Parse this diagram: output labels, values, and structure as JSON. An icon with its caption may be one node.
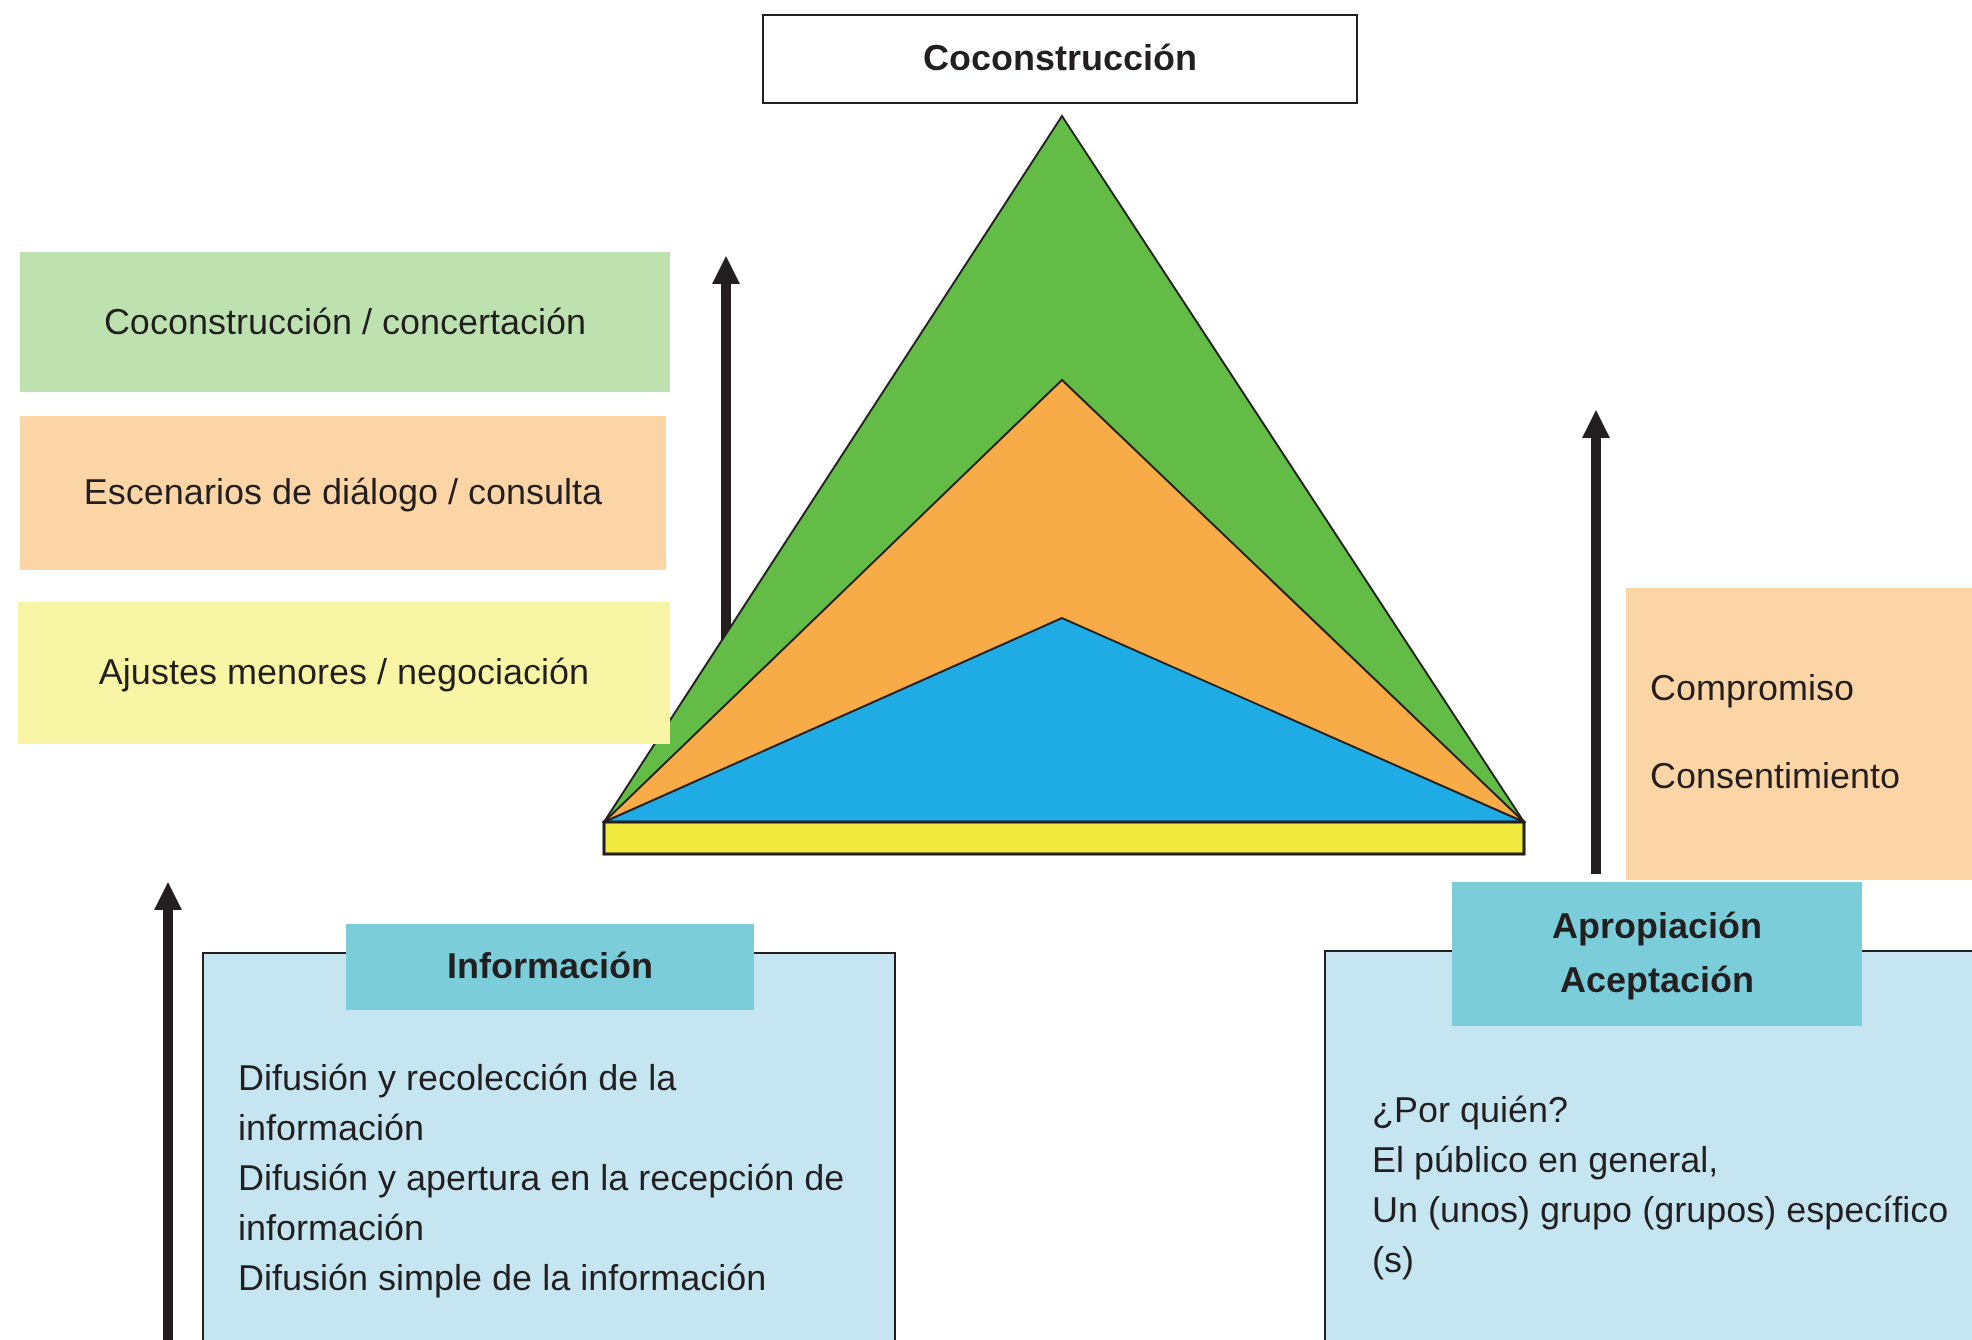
{
  "diagram": {
    "nodes": [
      {
        "text": [
          "Coconstrucción"
        ]
      },
      {
        "text": [
          "Coconstrucción / concertación"
        ]
      },
      {
        "text": [
          "Escenarios de diálogo / consulta"
        ]
      },
      {
        "text": [
          "Ajustes menores / negociación"
        ]
      },
      {
        "text": [
          "Compromiso",
          "Consentimiento"
        ]
      },
      {
        "text": [
          "Información",
          "Difusión y recolección de la información",
          "Difusión y apertura en la recepción de información",
          "Difusión simple de la información"
        ]
      },
      {
        "text": [
          "Apropiación Aceptación",
          "¿Por quién?",
          "El público en general,",
          "Un (unos) grupo (grupos) específico (s)"
        ]
      }
    ]
  }
}
